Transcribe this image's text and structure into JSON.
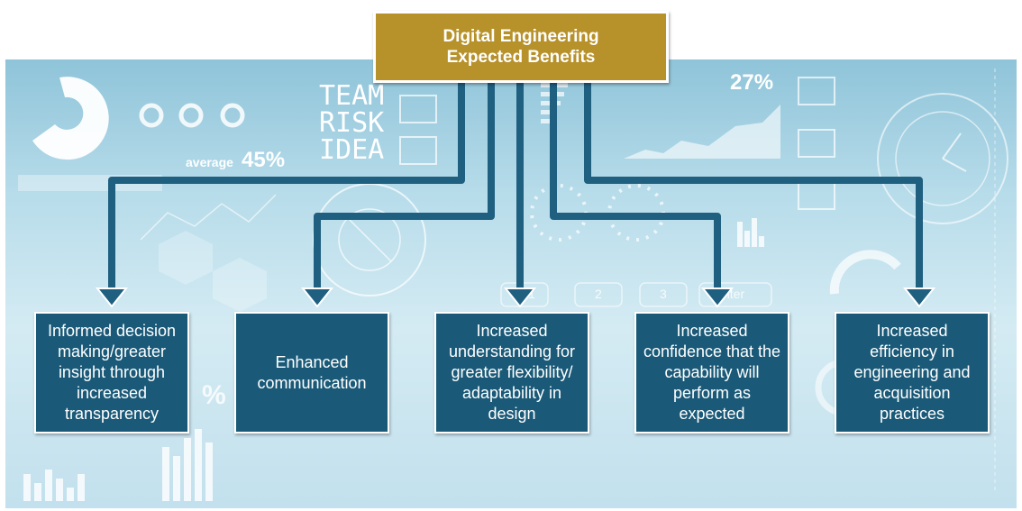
{
  "title": {
    "line1": "Digital Engineering",
    "line2": "Expected Benefits",
    "color": "#b7912a"
  },
  "benefits": [
    {
      "lines": [
        "Informed decision",
        "making/greater",
        "insight through",
        "increased",
        "transparency"
      ]
    },
    {
      "lines": [
        "Enhanced",
        "communication"
      ]
    },
    {
      "lines": [
        "Increased",
        "understanding for",
        "greater flexibility/",
        "adaptability in",
        "design"
      ]
    },
    {
      "lines": [
        "Increased",
        "confidence that the",
        "capability will",
        "perform as",
        "expected"
      ]
    },
    {
      "lines": [
        "Increased",
        "efficiency in",
        "engineering and",
        "acquisition",
        "practices"
      ]
    }
  ],
  "background": {
    "words": [
      "TEAM",
      "RISK",
      "IDEA"
    ],
    "stat_average_label": "average",
    "stat_average_value": "45%",
    "stat_top_value": "27%",
    "keypad": [
      "1",
      "2",
      "3",
      "nter"
    ],
    "partial_percent": "%"
  },
  "colors": {
    "box_fill": "#1a5a78",
    "connector": "#1f5f80",
    "background": "#b7dcea"
  }
}
